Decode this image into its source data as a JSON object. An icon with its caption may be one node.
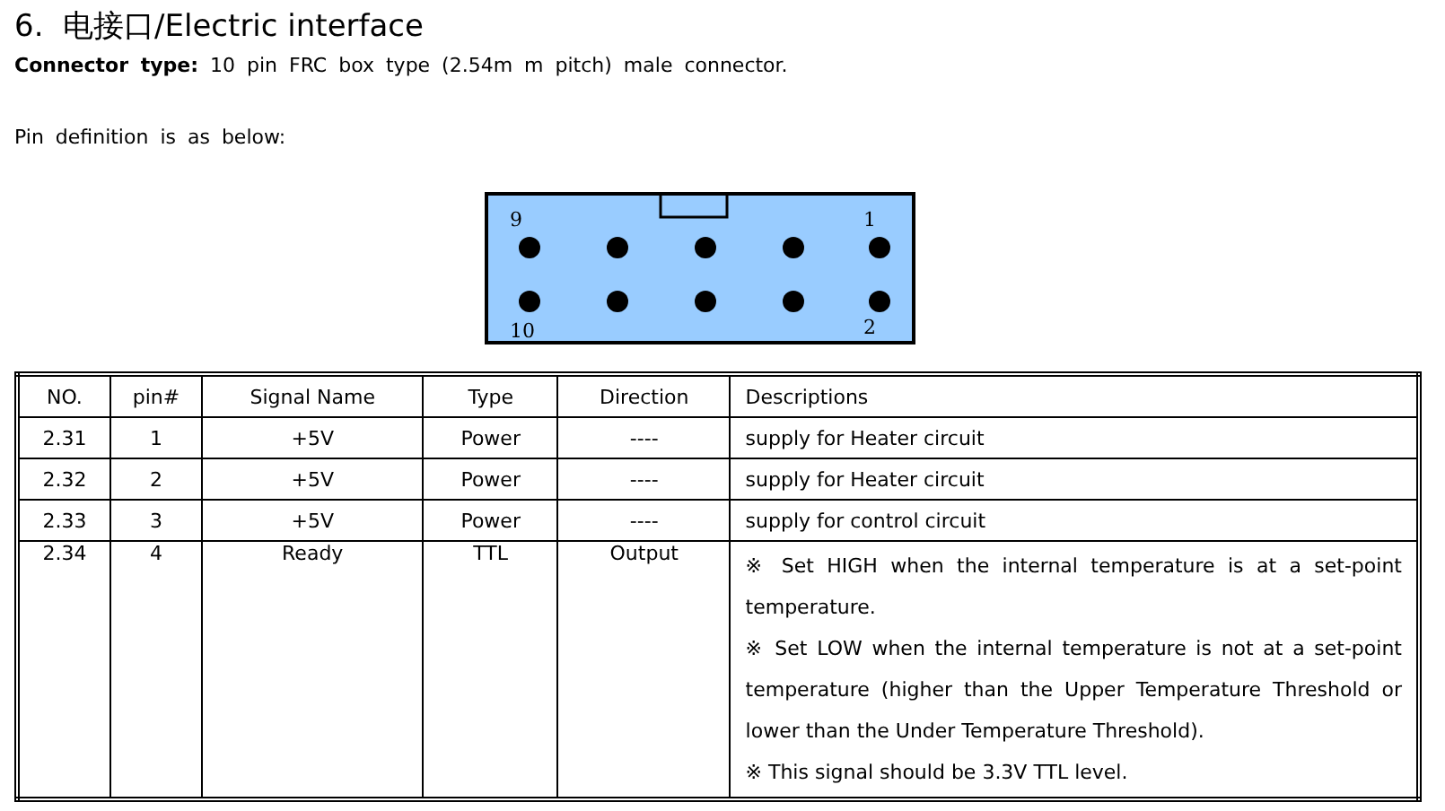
{
  "diagram": {
    "title": "6.  电接口/Electric interface",
    "labels": [
      "**Connector type:** 10 pin FRC box type (2.54m m pitch) male connector.",
      "Pin definition is as below:",
      "9",
      "1",
      "10",
      "2",
      "NO.",
      "pin#",
      "Signal Name",
      "Type",
      "Direction",
      "Descriptions",
      "2.31",
      "1",
      "+5V",
      "Power",
      "----",
      "supply for Heater circuit",
      "2.32",
      "2",
      "+5V",
      "Power",
      "----",
      "supply for Heater circuit",
      "2.33",
      "3",
      "+5V",
      "Power",
      "----",
      "supply for control circuit",
      "2.34",
      "4",
      "Ready",
      "TTL",
      "Output",
      "※ Set HIGH when the internal temperature is at a set-point temperature.",
      "※ Set LOW when the internal temperature is not at a set-point temperature (higher than the Upper Temperature Threshold or lower than the Under Temperature Threshold).",
      "※ This signal should be 3.3V TTL level."
    ]
  }
}
